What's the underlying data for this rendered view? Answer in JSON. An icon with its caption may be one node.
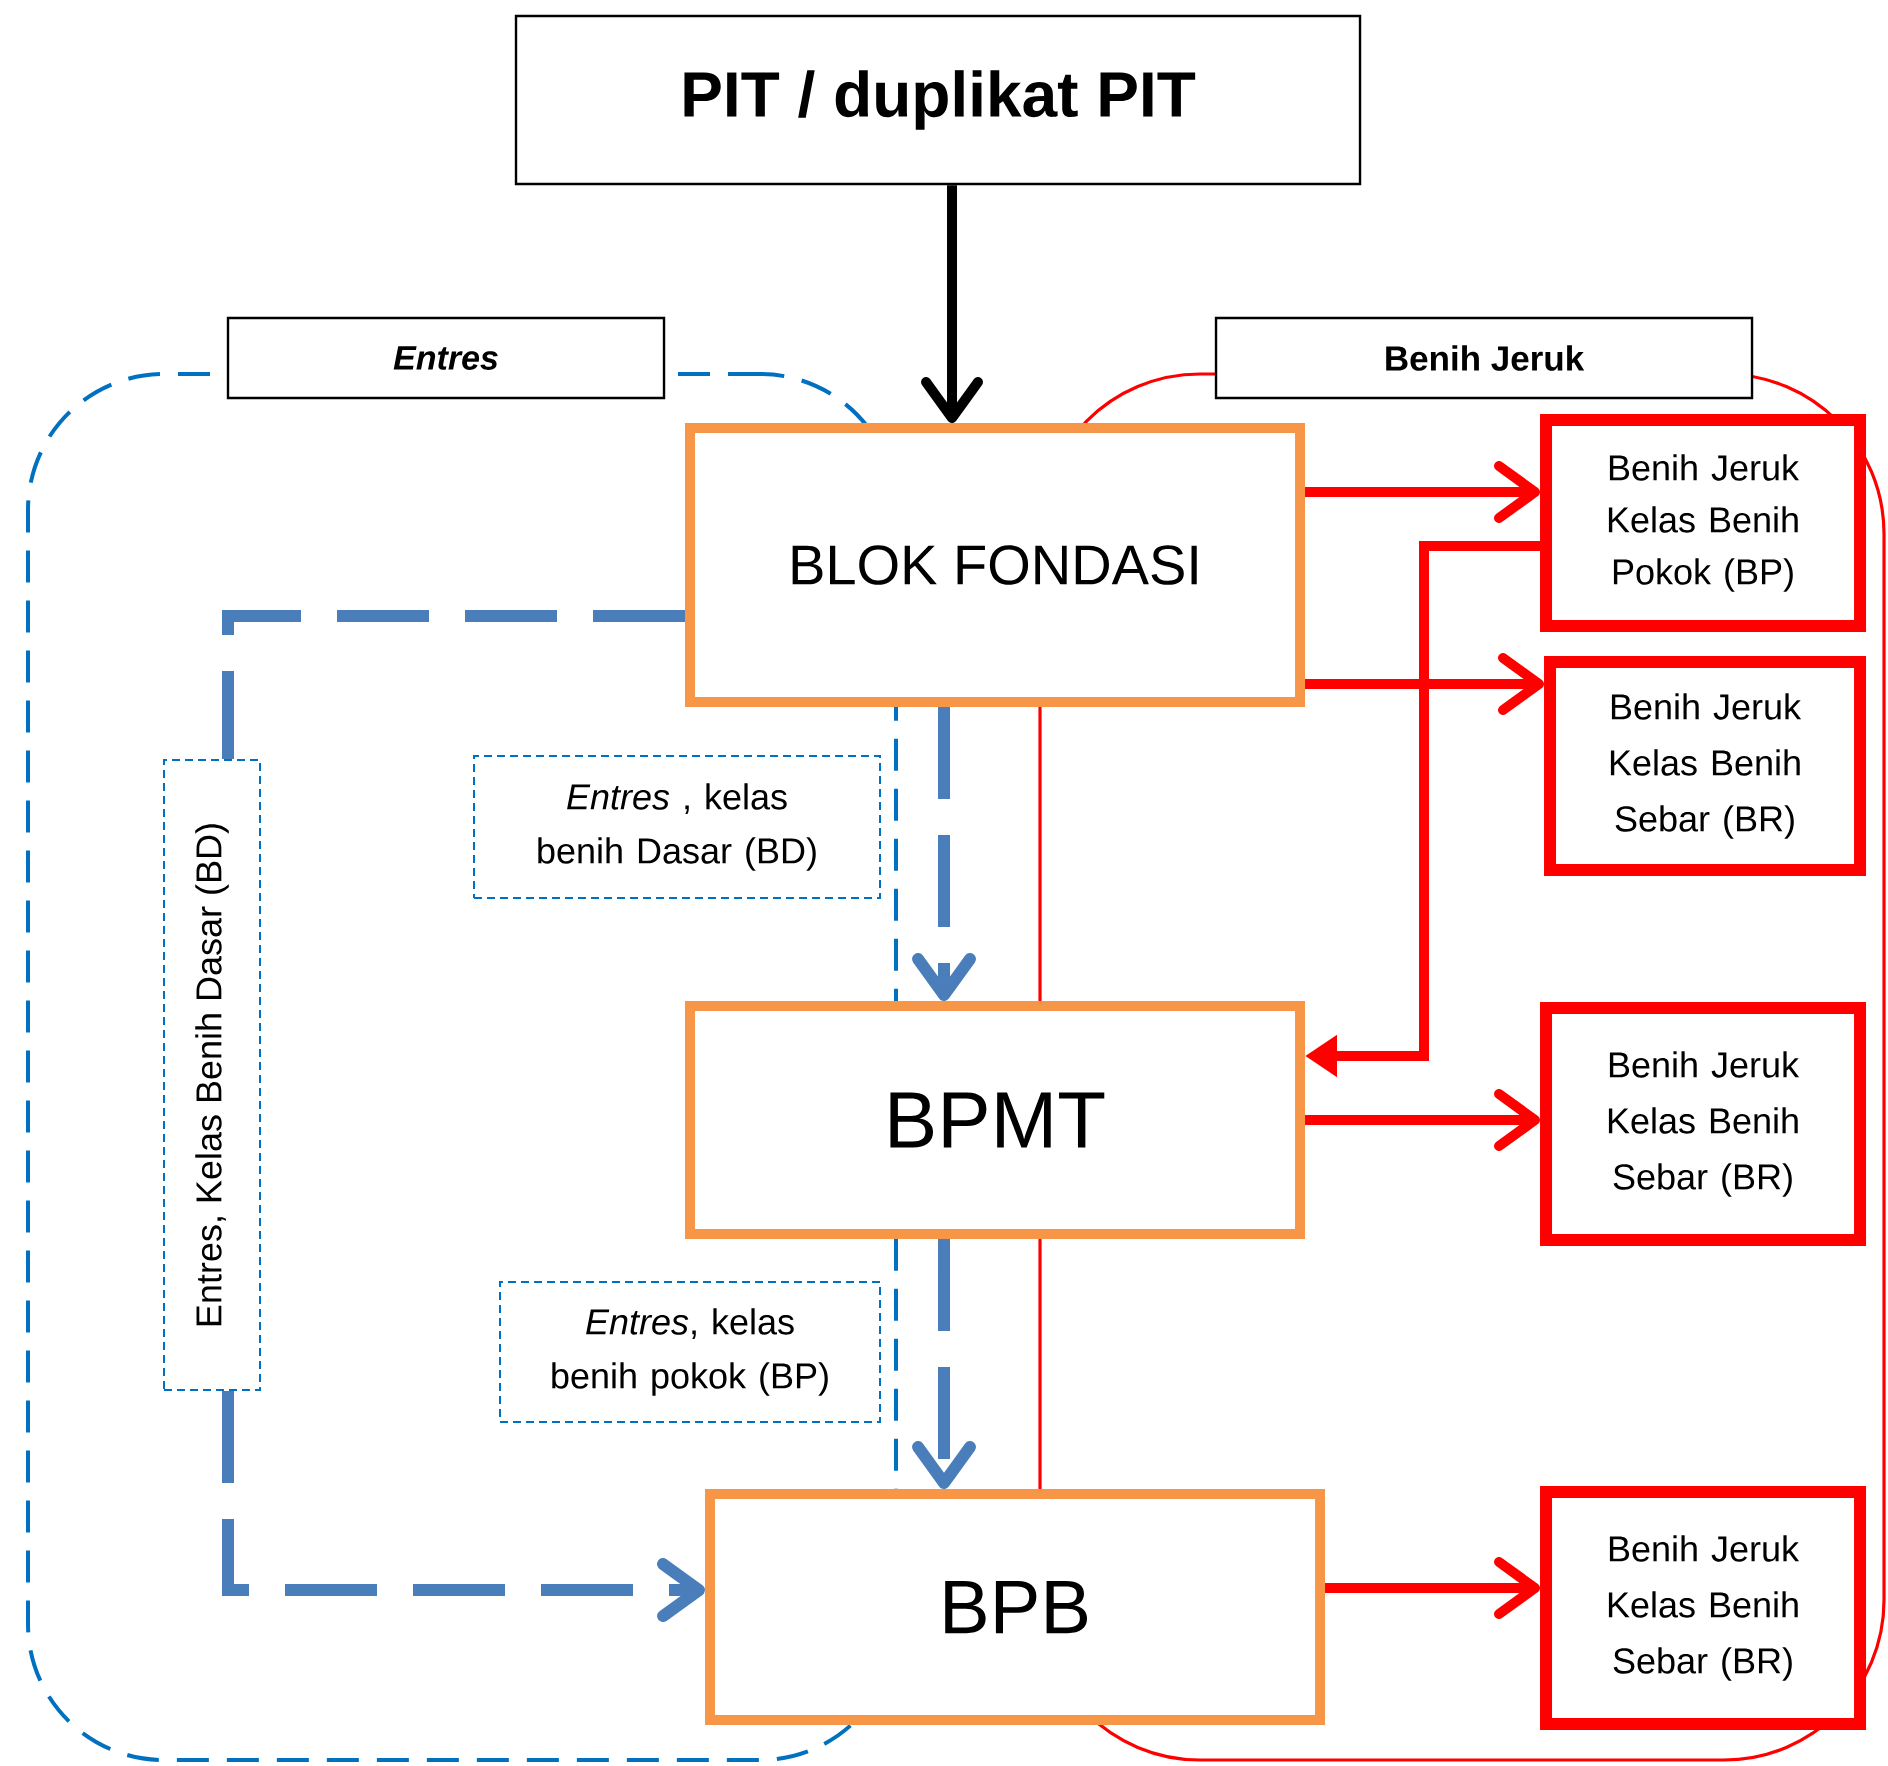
{
  "diagram": {
    "nodes": [
      {
        "text": [
          "PIT / duplikat PIT"
        ]
      },
      {
        "text": [
          "Entres"
        ]
      },
      {
        "text": [
          "Benih Jeruk"
        ]
      },
      {
        "text": [
          "BLOK FONDASI"
        ]
      },
      {
        "text": [
          "Benih Jeruk Kelas Benih Pokok (BP)"
        ],
        "in": 2
      },
      {
        "text": [
          "Benih Jeruk Kelas Benih Sebar (BR)"
        ],
        "in": 2
      },
      {
        "text": [
          "Entres, Kelas Benih Dasar (BD)"
        ],
        "in": 1
      },
      {
        "text": [
          "BPMT"
        ]
      },
      {
        "text": [
          "Benih Jeruk Kelas Benih Sebar (BR)"
        ],
        "in": 2
      },
      {
        "text": [
          "BPB"
        ]
      },
      {
        "text": [
          "Benih Jeruk Kelas Benih Sebar (BR)"
        ],
        "in": 2
      }
    ],
    "edges": [
      {
        "from": 0,
        "to": 3,
        "arrow": "to",
        "color": "#000000"
      },
      {
        "from": 3,
        "to": 4,
        "arrow": "to"
      },
      {
        "from": 3,
        "to": 5,
        "arrow": "to"
      },
      {
        "from": 4,
        "to": 7,
        "arrow": "to"
      },
      {
        "from": 7,
        "to": 8,
        "arrow": "to"
      },
      {
        "from": 9,
        "to": 10,
        "arrow": "to"
      },
      {
        "from": 3,
        "to": 7,
        "arrow": "to",
        "label": "*Entres* , kelas benih Dasar (BD)",
        "style": "dashed",
        "color": "#4a7ebb"
      },
      {
        "from": 7,
        "to": 9,
        "arrow": "to",
        "label": "*Entres*, kelas benih pokok (BP)",
        "style": "dashed",
        "color": "#4a7ebb"
      },
      {
        "from": 3,
        "to": 6,
        "arrow": "none",
        "style": "dashed",
        "color": "#4a7ebb"
      },
      {
        "from": 6,
        "to": 9,
        "arrow": "to",
        "style": "dashed",
        "color": "#4a7ebb"
      }
    ]
  }
}
